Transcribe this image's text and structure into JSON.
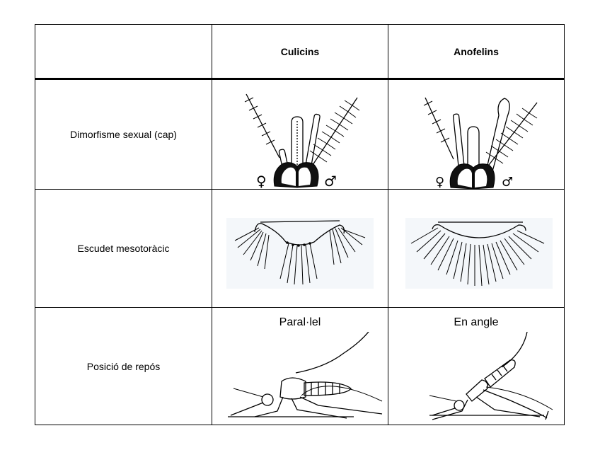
{
  "table": {
    "headers": {
      "corner": "",
      "col1": "Culicins",
      "col2": "Anofelins"
    },
    "rows": [
      {
        "label": "Dimorfisme sexual (cap)",
        "col1_figure": "culicine-head-drawing",
        "col2_figure": "anopheline-head-drawing"
      },
      {
        "label": "Escudet mesotoràcic",
        "col1_figure": "trilobed-scutellum-drawing",
        "col2_figure": "rounded-scutellum-drawing"
      },
      {
        "label": "Posició de repós",
        "col1_caption": "Paral·lel",
        "col1_figure": "parallel-resting-mosquito-drawing",
        "col2_caption": "En angle",
        "col2_figure": "angled-resting-mosquito-drawing"
      }
    ]
  },
  "symbols": {
    "female": "♀",
    "male": "♂"
  }
}
